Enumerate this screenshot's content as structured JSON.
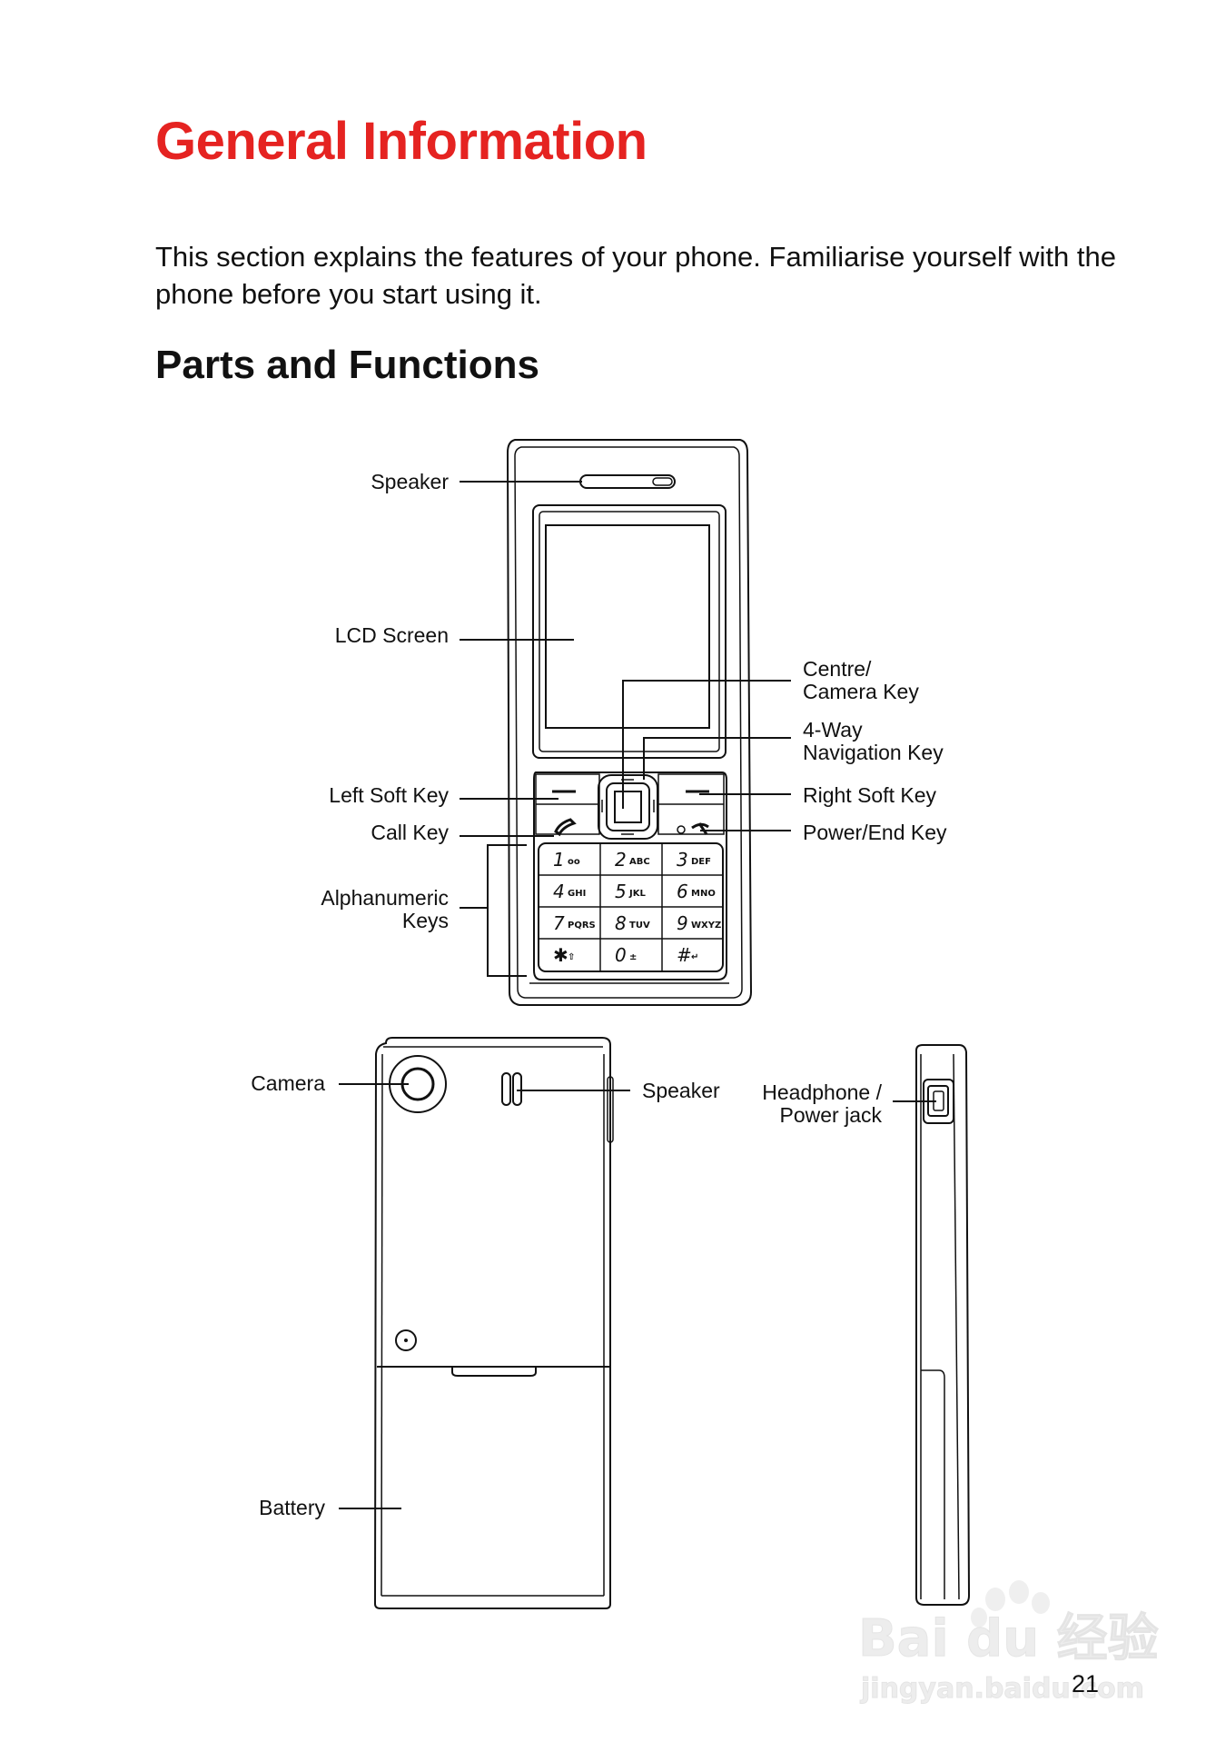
{
  "document": {
    "title": "General Information",
    "intro": "This section explains the features of your phone. Familiarise yourself with the phone before you start using it.",
    "section_heading": "Parts and Functions",
    "page_number": "21"
  },
  "labels": {
    "front_speaker": "Speaker",
    "lcd_screen": "LCD Screen",
    "centre_key_line1": "Centre/",
    "centre_key_line2": "Camera Key",
    "nav_key_line1": "4-Way",
    "nav_key_line2": "Navigation Key",
    "left_soft_key": "Left Soft Key",
    "right_soft_key": "Right Soft Key",
    "call_key": "Call Key",
    "power_end_key": "Power/End Key",
    "alnum_line1": "Alphanumeric",
    "alnum_line2": "Keys",
    "camera": "Camera",
    "back_speaker": "Speaker",
    "headphone_line1": "Headphone /",
    "headphone_line2": "Power jack",
    "battery": "Battery"
  },
  "keypad": [
    {
      "digit": "1",
      "letters": "ᴏᴏ"
    },
    {
      "digit": "2",
      "letters": "ABC"
    },
    {
      "digit": "3",
      "letters": "DEF"
    },
    {
      "digit": "4",
      "letters": "GHI"
    },
    {
      "digit": "5",
      "letters": "JKL"
    },
    {
      "digit": "6",
      "letters": "MNO"
    },
    {
      "digit": "7",
      "letters": "PQRS"
    },
    {
      "digit": "8",
      "letters": "TUV"
    },
    {
      "digit": "9",
      "letters": "WXYZ"
    },
    {
      "digit": "✱",
      "letters": "⇧"
    },
    {
      "digit": "0",
      "letters": "±"
    },
    {
      "digit": "#",
      "letters": "↵"
    }
  ],
  "watermark": {
    "brand": "Bai du 经验",
    "url": "jingyan.baidu.com"
  },
  "colors": {
    "title_red": "#e52321",
    "text": "#111111"
  }
}
